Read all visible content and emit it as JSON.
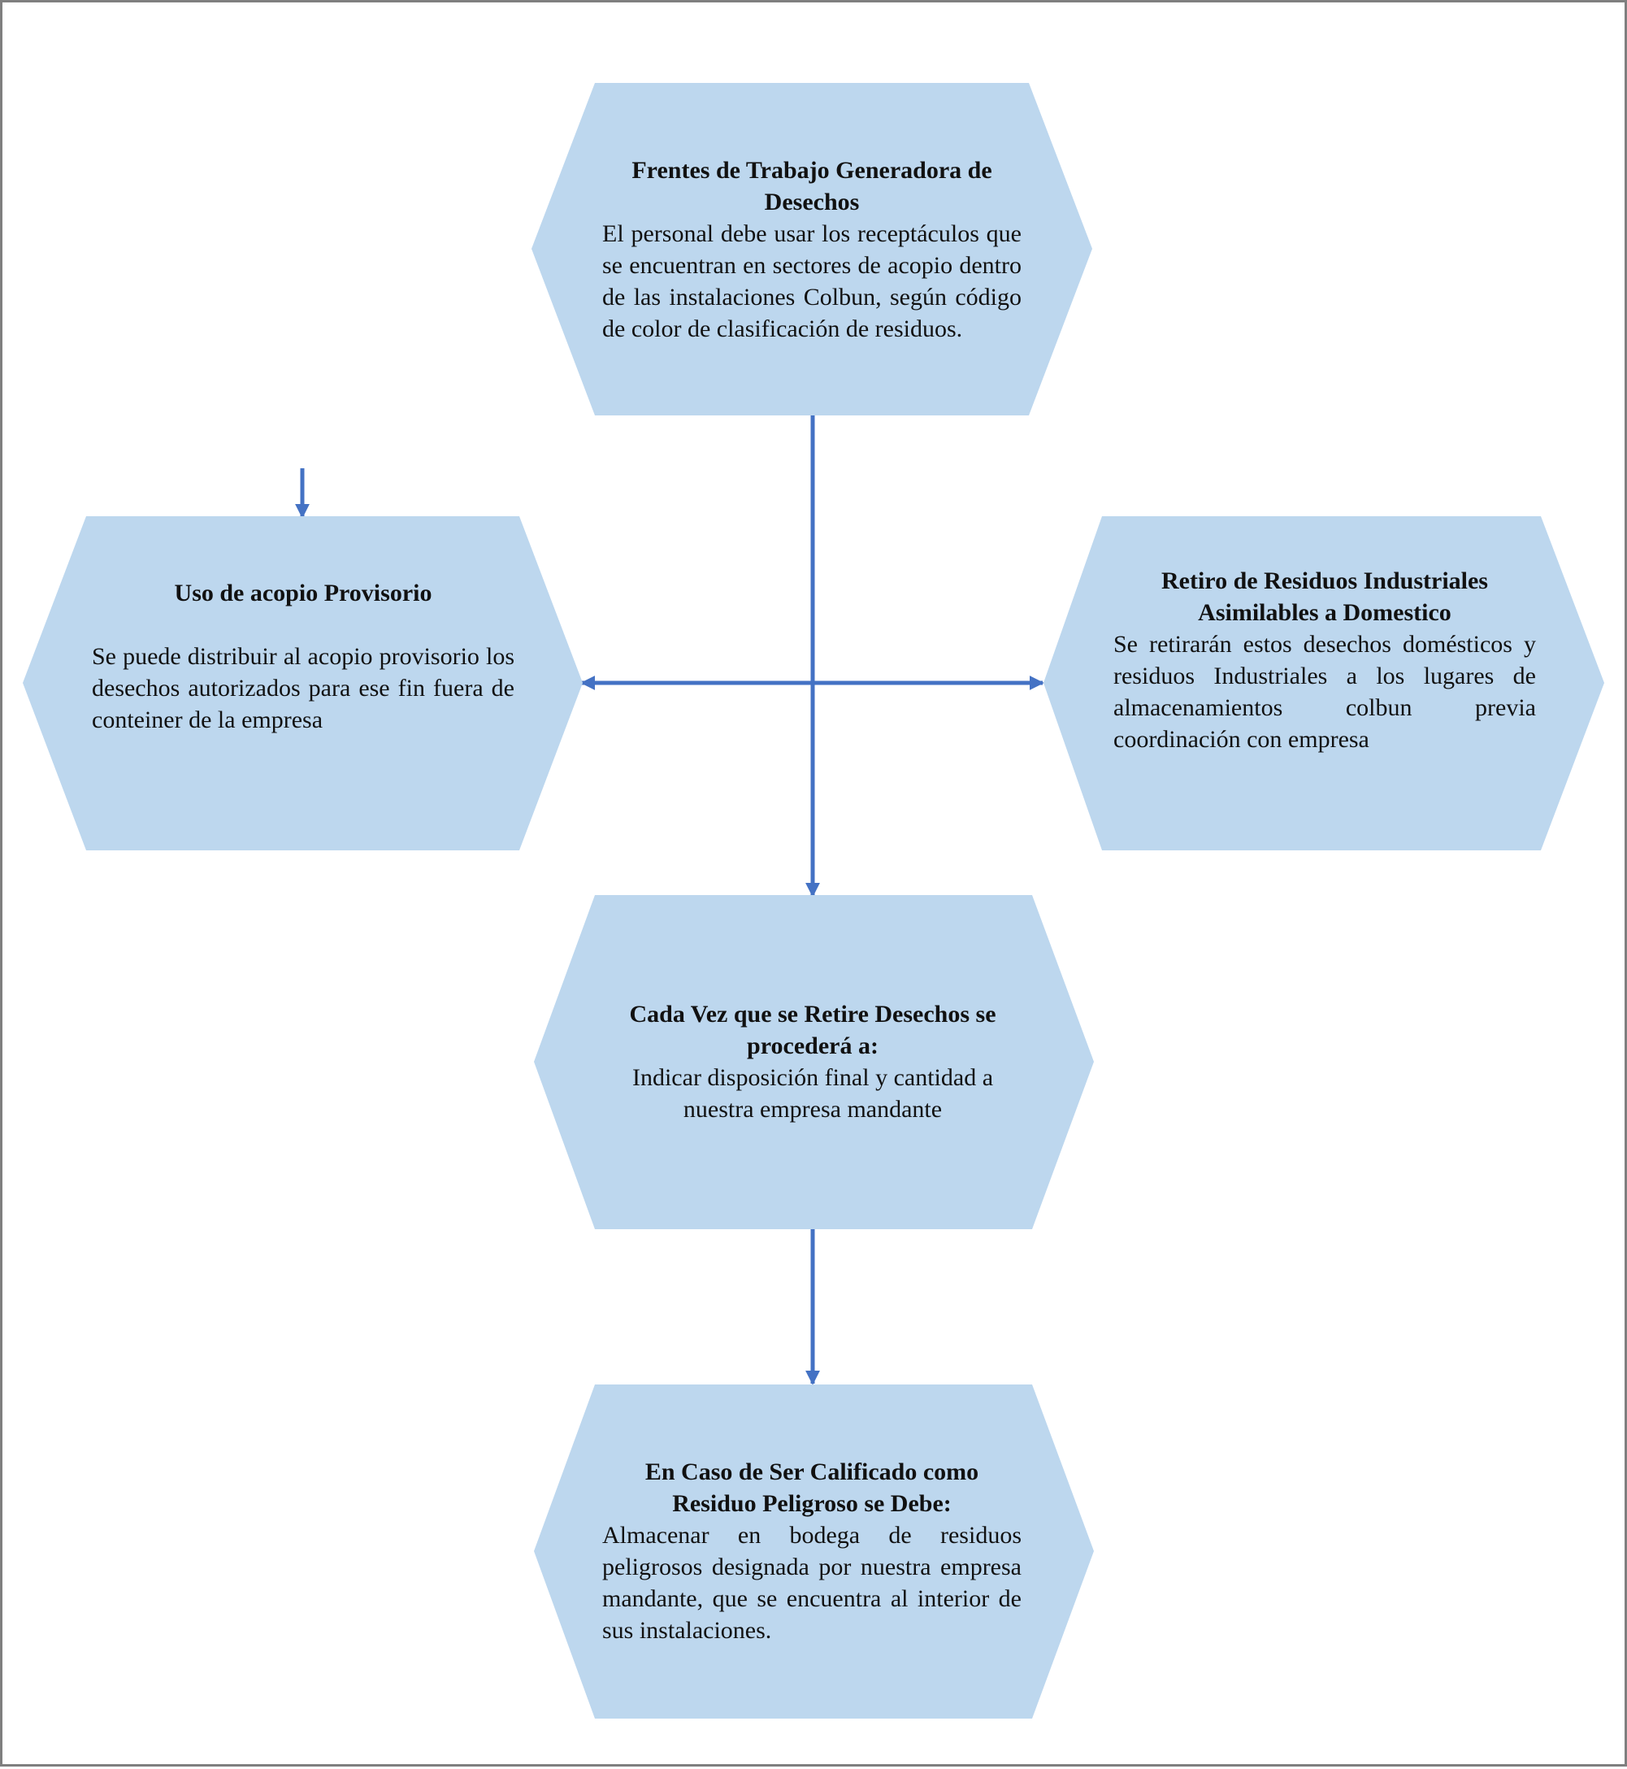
{
  "colors": {
    "hex_fill": "#bdd7ee",
    "arrow": "#4472c4",
    "frame": "#7f7f7f"
  },
  "nodes": {
    "top": {
      "title": "Frentes de Trabajo Generadora de Desechos",
      "body": "El personal debe usar los receptáculos que se encuentran en sectores de acopio dentro de las instalaciones Colbun, según código de color de clasificación de residuos."
    },
    "left": {
      "title": "Uso de acopio Provisorio",
      "body": "Se puede distribuir al acopio provisorio los desechos autorizados para ese fin fuera de conteiner de la empresa"
    },
    "right": {
      "title": "Retiro de Residuos Industriales Asimilables a Domestico",
      "body": "Se retirarán estos desechos domésticos y residuos Industriales a los lugares de almacenamientos colbun previa coordinación con empresa"
    },
    "middle": {
      "title": "Cada Vez que se Retire Desechos se procederá a:",
      "body": "Indicar disposición final y cantidad a nuestra empresa mandante"
    },
    "bottom": {
      "title": "En Caso de Ser Calificado como Residuo Peligroso se Debe:",
      "body": "Almacenar en bodega de residuos peligrosos designada por nuestra empresa mandante, que se encuentra al interior de sus instalaciones."
    }
  }
}
